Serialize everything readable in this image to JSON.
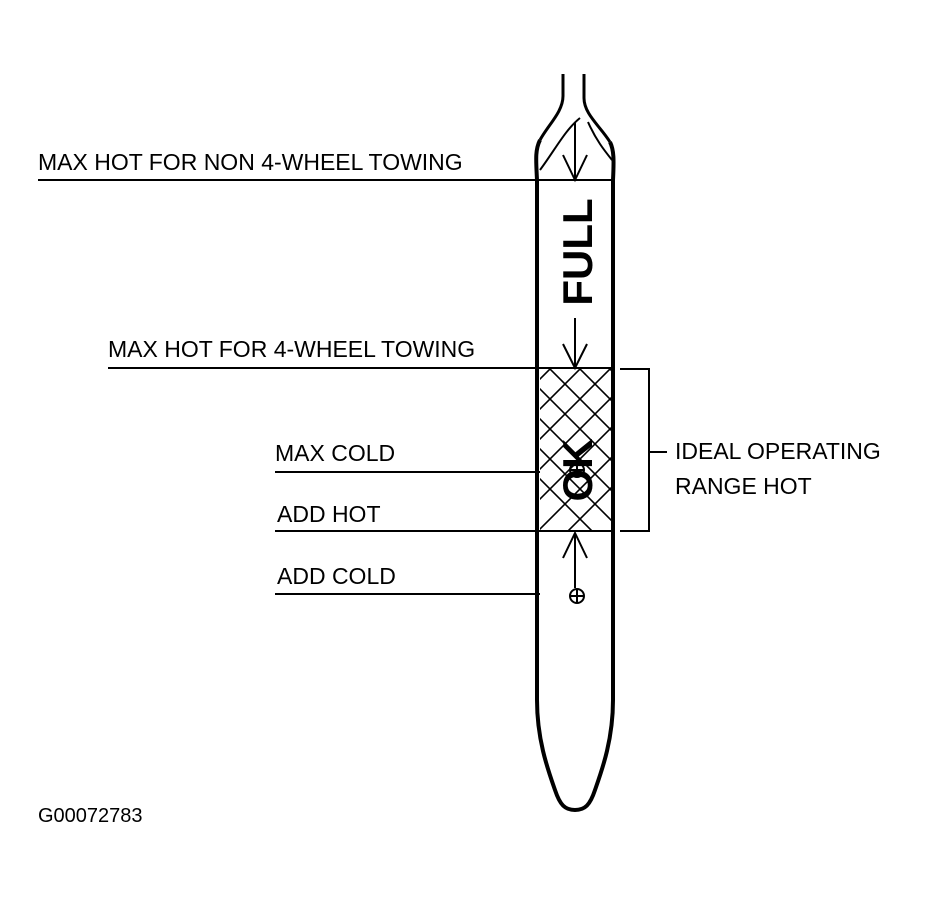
{
  "labels": {
    "max_hot_non_4wheel": "MAX HOT FOR NON 4-WHEEL TOWING",
    "max_hot_4wheel": "MAX HOT FOR 4-WHEEL TOWING",
    "max_cold": "MAX COLD",
    "add_hot": "ADD HOT",
    "add_cold": "ADD COLD",
    "ideal_range_line1": "IDEAL OPERATING",
    "ideal_range_line2": "RANGE HOT"
  },
  "dipstick": {
    "full_mark": "FULL",
    "ok_mark": "OK"
  },
  "figure_id": "G00072783",
  "colors": {
    "ink": "#000000",
    "paper": "#ffffff"
  }
}
